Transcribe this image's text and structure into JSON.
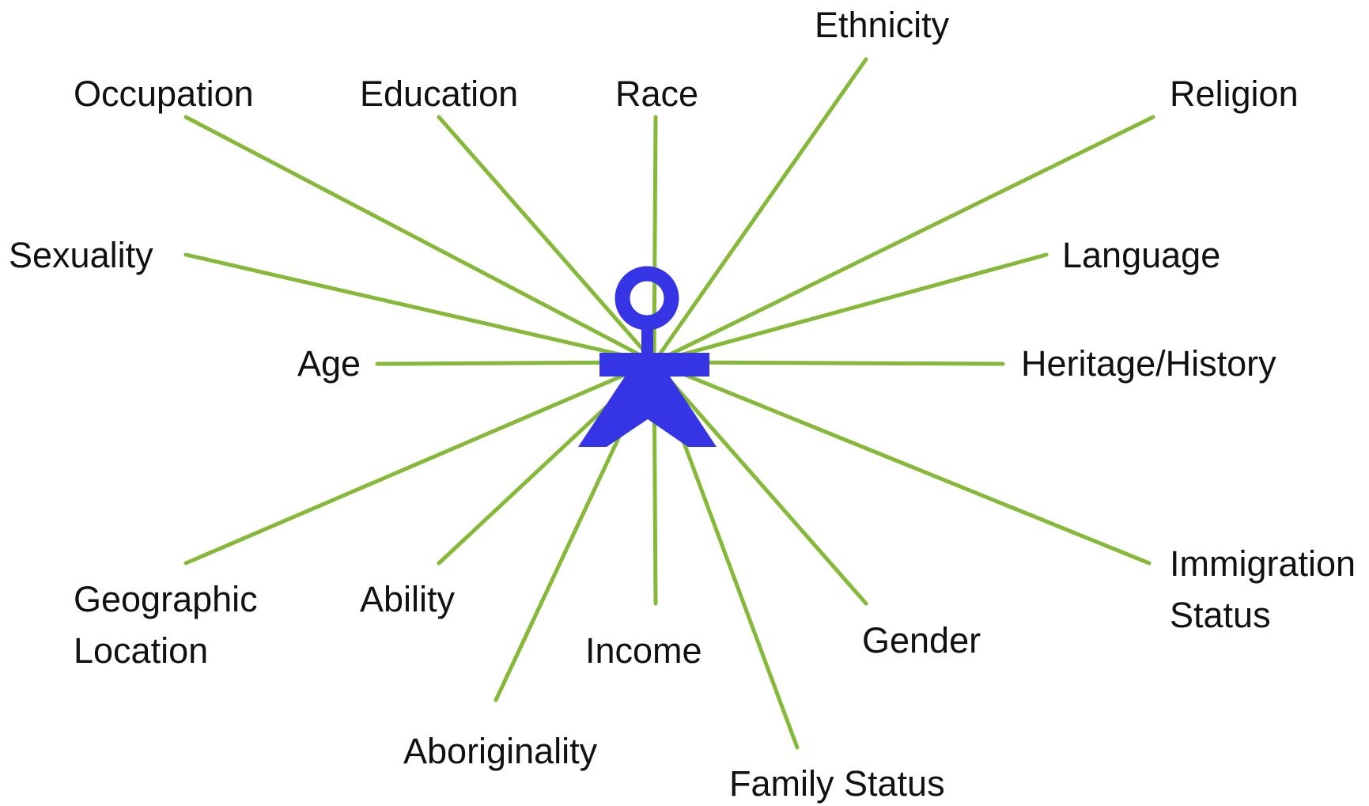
{
  "colors": {
    "background": "#ffffff",
    "spoke": "#86b83a",
    "figure": "#3535e6",
    "label": "#111111"
  },
  "figure": {
    "icon": "person-icon"
  },
  "labels": {
    "ethnicity": "Ethnicity",
    "occupation": "Occupation",
    "education": "Education",
    "race": "Race",
    "religion": "Religion",
    "sexuality": "Sexuality",
    "language": "Language",
    "age": "Age",
    "heritage_history": "Heritage/History",
    "geographic_location_line1": "Geographic",
    "geographic_location_line2": "Location",
    "ability": "Ability",
    "immigration_status_line1": "Immigration",
    "immigration_status_line2": "Status",
    "income": "Income",
    "gender": "Gender",
    "aboriginality": "Aboriginality",
    "family_status": "Family Status"
  }
}
